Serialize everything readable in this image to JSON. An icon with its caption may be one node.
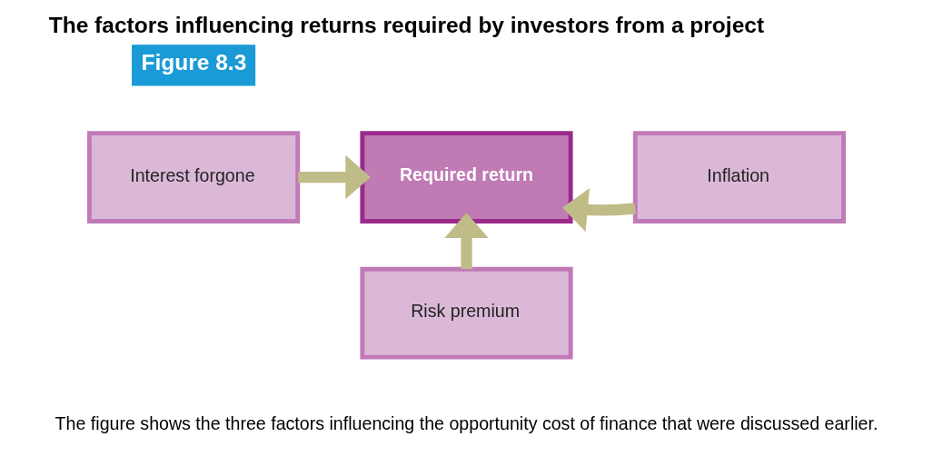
{
  "diagram": {
    "title": "The factors influencing returns required by investors from a project",
    "caption": "The figure shows the three factors influencing the opportunity cost of finance that were discussed earlier.",
    "nodes": [
      {
        "text": [
          "Interest forgone"
        ]
      },
      {
        "text": [
          "Required return"
        ]
      },
      {
        "text": [
          "Inflation"
        ]
      },
      {
        "text": [
          "Risk premium"
        ]
      }
    ],
    "edges": [
      {
        "from": 0,
        "to": 1,
        "arrow": "to"
      },
      {
        "from": 2,
        "to": 1,
        "arrow": "to"
      },
      {
        "from": 3,
        "to": 1,
        "arrow": "to"
      }
    ],
    "labels": [
      "Figure 8.3"
    ]
  }
}
